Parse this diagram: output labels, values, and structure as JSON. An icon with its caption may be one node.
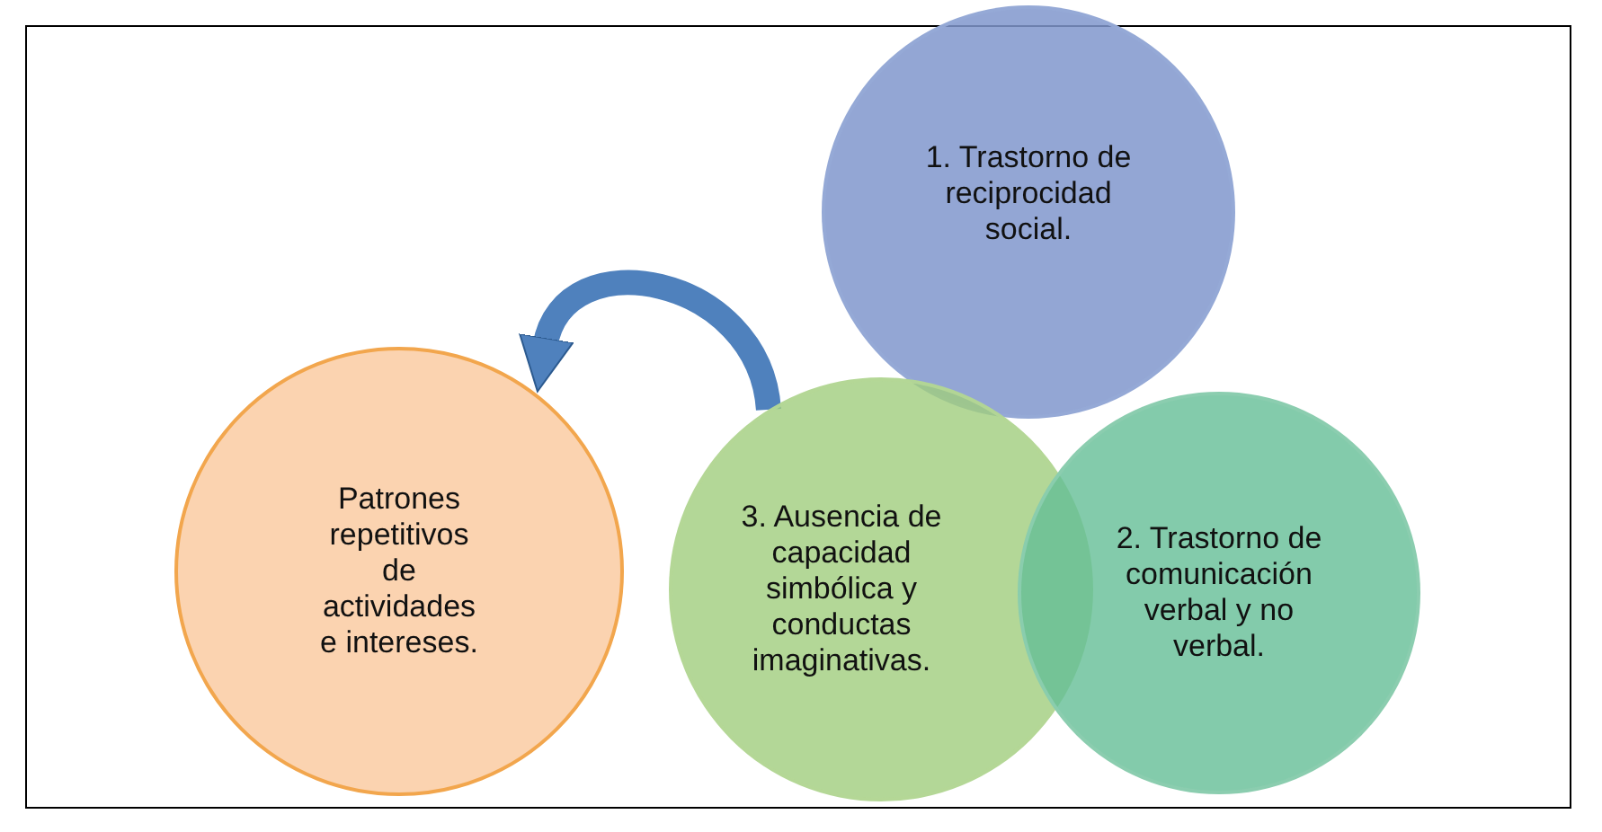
{
  "diagram": {
    "nodes": [
      {
        "text": [
          "1. Trastorno de reciprocidad social."
        ]
      },
      {
        "text": [
          "Patrones repetitivos de actividades e intereses."
        ]
      },
      {
        "text": [
          "3. Ausencia de capacidad simbólica y conductas imaginativas."
        ]
      },
      {
        "text": [
          "2. Trastorno de comunicación verbal y no verbal."
        ]
      }
    ],
    "edges": [
      {
        "from": 2,
        "to": 1,
        "arrow": "to"
      }
    ]
  }
}
